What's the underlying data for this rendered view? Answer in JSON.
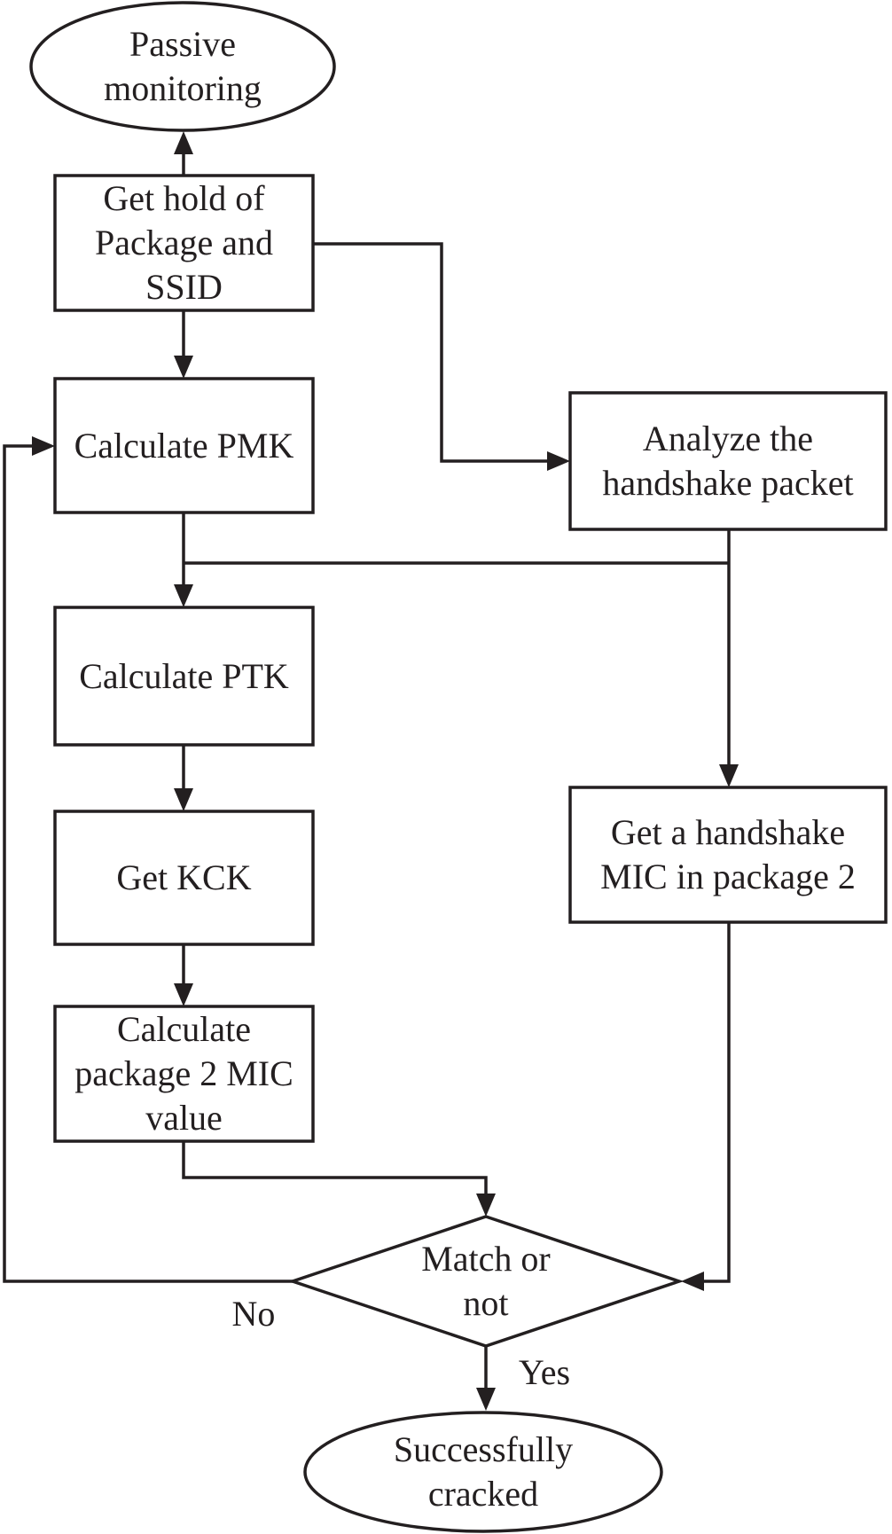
{
  "nodes": {
    "passive_monitoring": {
      "label": "Passive\nmonitoring",
      "shape": "ellipse",
      "role": "terminator"
    },
    "get_hold": {
      "label": "Get hold of\nPackage and\nSSID",
      "shape": "rect",
      "role": "process"
    },
    "calculate_pmk": {
      "label": "Calculate PMK",
      "shape": "rect",
      "role": "process"
    },
    "analyze_handshake": {
      "label": "Analyze the\nhandshake packet",
      "shape": "rect",
      "role": "process"
    },
    "calculate_ptk": {
      "label": "Calculate PTK",
      "shape": "rect",
      "role": "process"
    },
    "get_kck": {
      "label": "Get KCK",
      "shape": "rect",
      "role": "process"
    },
    "get_handshake_mic": {
      "label": "Get a handshake\nMIC in package 2",
      "shape": "rect",
      "role": "process"
    },
    "calculate_mic": {
      "label": "Calculate\npackage 2 MIC\nvalue",
      "shape": "rect",
      "role": "process"
    },
    "match_decision": {
      "label": "Match or\nnot",
      "shape": "diamond",
      "role": "decision"
    },
    "successfully_cracked": {
      "label": "Successfully\ncracked",
      "shape": "ellipse",
      "role": "terminator"
    }
  },
  "edge_labels": {
    "no": "No",
    "yes": "Yes"
  },
  "colors": {
    "stroke": "#231f20",
    "text": "#231f20",
    "background": "#ffffff"
  }
}
